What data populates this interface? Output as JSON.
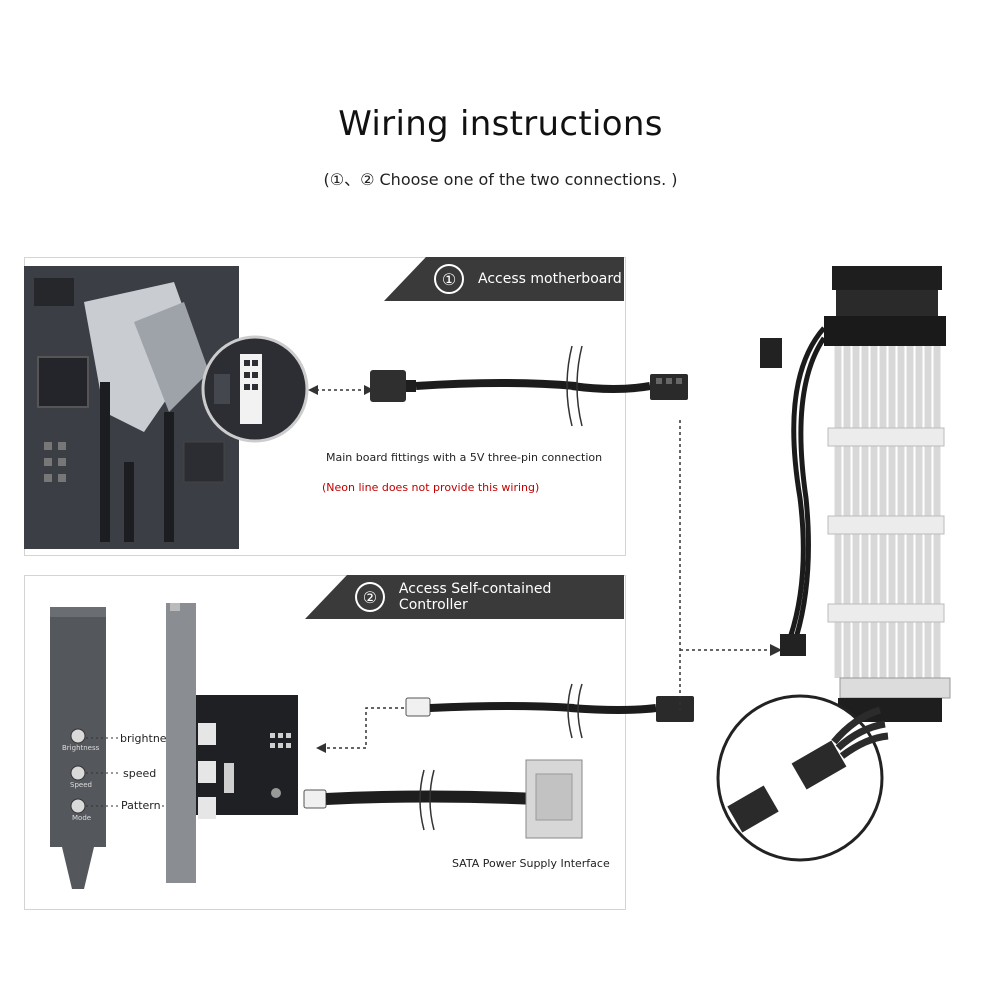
{
  "header": {
    "title": "Wiring instructions",
    "subtitle": "(①、② Choose one of the two connections. )"
  },
  "section1": {
    "number": "①",
    "title": "Access motherboard",
    "caption": "Main board fittings with a 5V three-pin connection",
    "note": "(Neon line does not provide this wiring)"
  },
  "section2": {
    "number": "②",
    "title": "Access Self-contained Controller",
    "labels": [
      "brightness",
      "speed",
      "Pattern"
    ],
    "bracket_text": [
      "Brightness",
      "Speed",
      "Mode"
    ],
    "sata_caption": "SATA Power Supply Interface"
  },
  "colors": {
    "banner": "#3a3a3a",
    "note_red": "#c00000",
    "border": "#d4d4d4"
  }
}
